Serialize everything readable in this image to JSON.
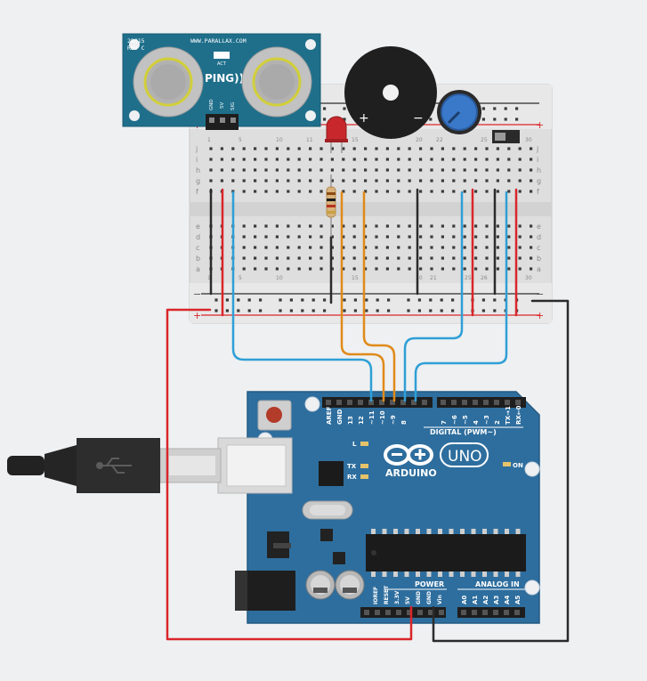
{
  "ping_sensor": {
    "part_no": "28015",
    "revision": "REV C",
    "url": "WWW.PARALLAX.COM",
    "brand": "PING)))",
    "act_label": "ACT",
    "pins": [
      "GND",
      "5V",
      "SIG"
    ]
  },
  "buzzer": {
    "plus": "+",
    "minus": "−"
  },
  "breadboard": {
    "rows_top": [
      "j",
      "i",
      "h",
      "g",
      "f"
    ],
    "rows_bottom": [
      "e",
      "d",
      "c",
      "b",
      "a"
    ],
    "col_numbers_top": [
      "1",
      "5",
      "10",
      "11",
      "15",
      "20",
      "22",
      "25",
      "30"
    ],
    "col_numbers_bottom": [
      "1",
      "5",
      "10",
      "15",
      "20",
      "21",
      "25",
      "26",
      "30"
    ],
    "rail_plus": "+",
    "rail_minus": "−"
  },
  "arduino": {
    "logo_text": "ARDUINO",
    "model": "UNO",
    "digital_label": "DIGITAL (PWM~)",
    "power_label": "POWER",
    "analog_label": "ANALOG IN",
    "on_label": "ON",
    "tx_label": "TX",
    "rx_label": "RX",
    "l_label": "L",
    "digital_pins": [
      "AREF",
      "GND",
      "13",
      "12",
      "~11",
      "~10",
      "~9",
      "8",
      "7",
      "~6",
      "~5",
      "4",
      "~3",
      "2",
      "TX→1",
      "RX←0"
    ],
    "power_pins": [
      "IOREF",
      "RESET",
      "3.3V",
      "5V",
      "GND",
      "GND",
      "Vin"
    ],
    "analog_pins": [
      "A0",
      "A1",
      "A2",
      "A3",
      "A4",
      "A5"
    ]
  },
  "colors": {
    "board_blue": "#2e6e9e",
    "sensor_teal": "#1f6f8b",
    "wire_red": "#d9262a",
    "wire_black": "#2b2b2b",
    "wire_blue": "#2f9fd6",
    "wire_orange": "#e08a19"
  }
}
